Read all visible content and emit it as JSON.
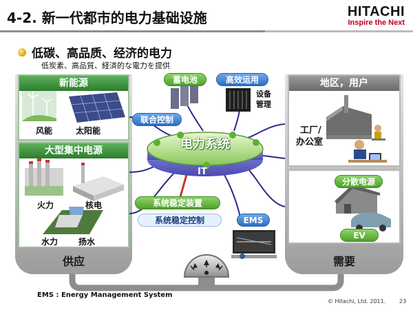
{
  "header": {
    "title": "4-2. 新一代都市的电力基础设施",
    "brand_name": "HITACHI",
    "brand_tagline": "Inspire the Next"
  },
  "bullet": {
    "main": "低碳、高品质、经济的电力",
    "sub": "低炭素、高品質、経済的な電力を提供"
  },
  "supply": {
    "renewables_title": "新能源",
    "wind_label": "风能",
    "solar_label": "太阳能",
    "central_title": "大型集中电源",
    "thermal_label": "火力",
    "nuclear_label": "核电",
    "hydro_label": "水力",
    "pumped_label": "扬水",
    "tray_label": "供应"
  },
  "center": {
    "battery_label": "蓄电池",
    "efficient_label": "高效运用",
    "equipment_label_1": "设备",
    "equipment_label_2": "管理",
    "coordination_label": "联合控制",
    "system_label": "电力系统",
    "it_label": "IT",
    "stabilizer_label": "系统稳定装置",
    "stabilization_control_label": "系统稳定控制",
    "ems_label": "EMS"
  },
  "demand": {
    "region_title": "地区，用户",
    "factory_label_1": "工厂/",
    "factory_label_2": "办公室",
    "distributed_label": "分散电源",
    "ev_label": "EV",
    "tray_label": "需要"
  },
  "footer": {
    "footnote": "EMS : Energy Management System",
    "copyright": "© Hitachi, Ltd. 2011.",
    "page_number": "23"
  },
  "colors": {
    "green_header": "#3f943f",
    "blue_pill": "#2c6ec4",
    "ring_green": "#6bbf3f",
    "ring_blue": "#6a6ad8",
    "brand_red": "#c0001a"
  }
}
